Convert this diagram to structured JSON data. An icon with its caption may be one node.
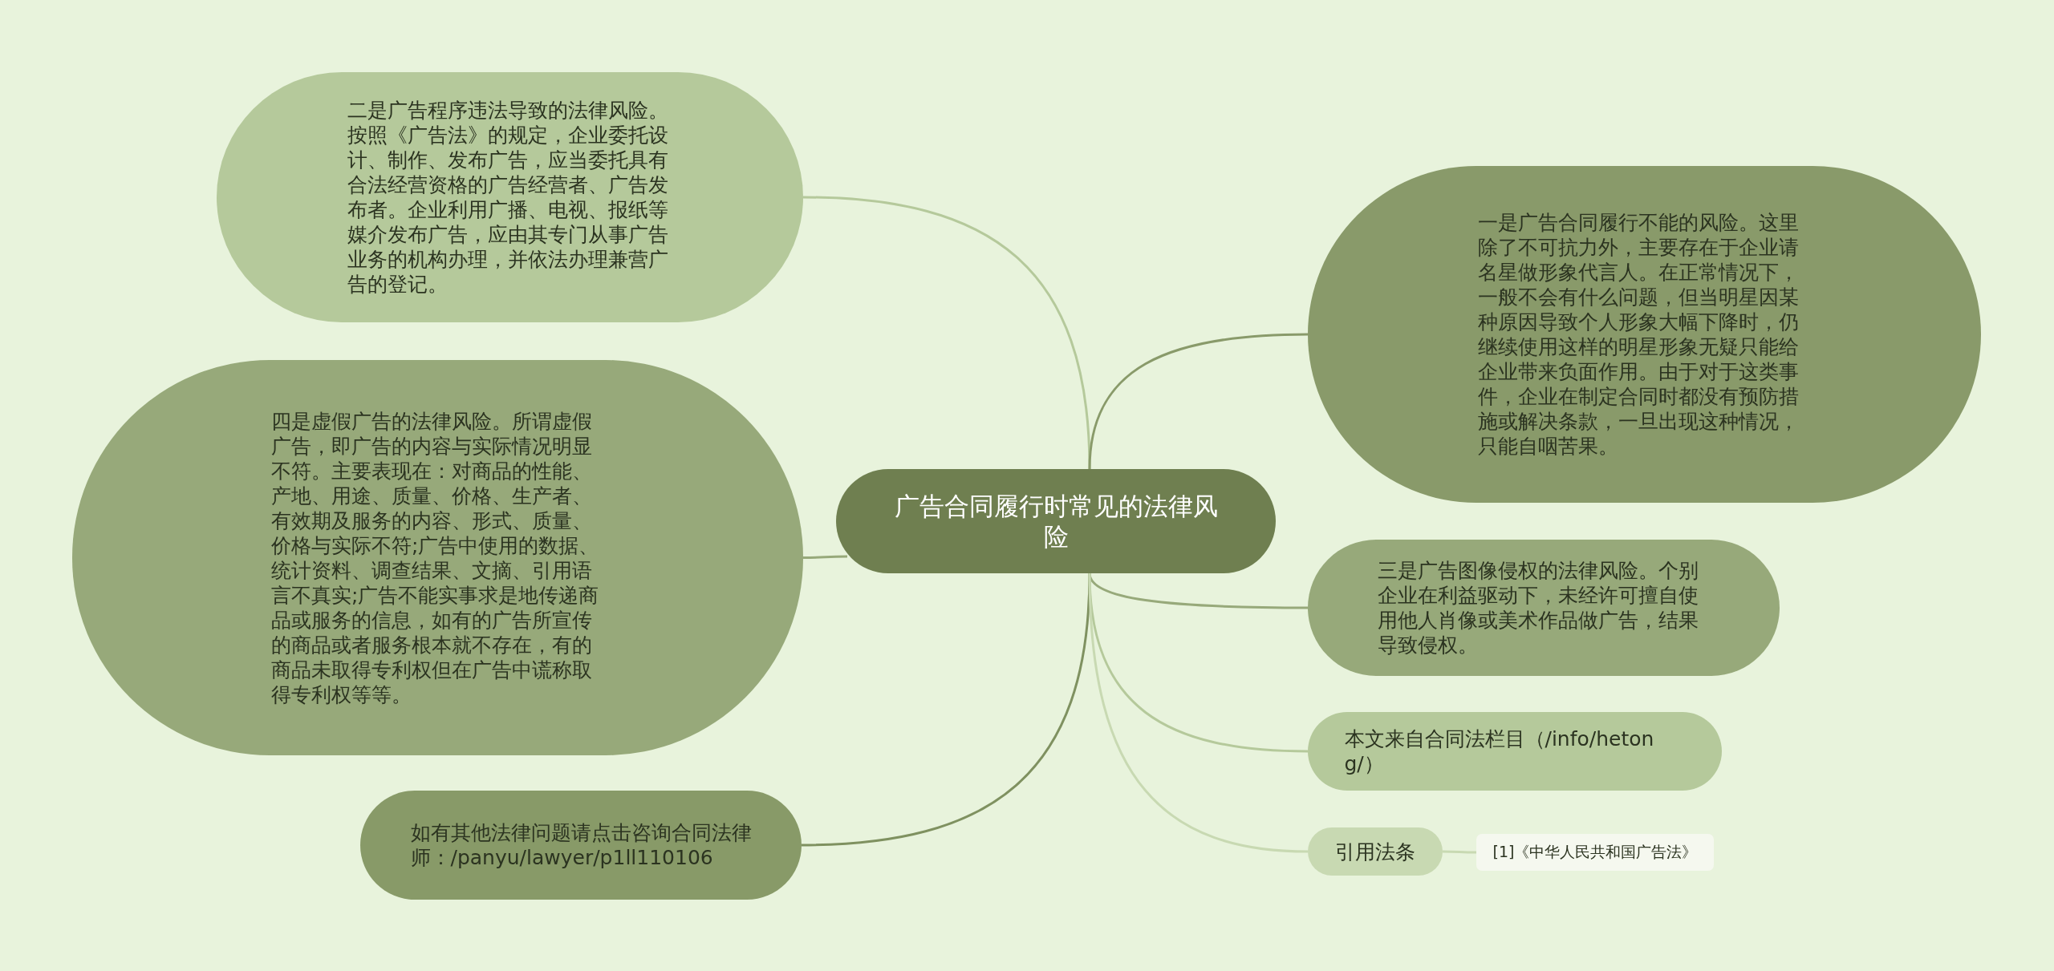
{
  "diagram": {
    "nodes": [
      {
        "text": [
          "广告合同履行时常见的法律风险"
        ]
      },
      {
        "text": [
          "二是广告程序违法导致的法律风险。按照《广告法》的规定，企业委托设计、制作、发布广告，应当委托具有合法经营资格的广告经营者、广告发布者。企业利用广播、电视、报纸等媒介发布广告，应由其专门从事广告业务的机构办理，并依法办理兼营广告的登记。"
        ]
      },
      {
        "text": [
          "四是虚假广告的法律风险。所谓虚假广告，即广告的内容与实际情况明显不符。主要表现在：对商品的性能、产地、用途、质量、价格、生产者、有效期及服务的内容、形式、质量、价格与实际不符;广告中使用的数据、统计资料、调查结果、文摘、引用语言不真实;广告不能实事求是地传递商品或服务的信息，如有的广告所宣传的商品或者服务根本就不存在，有的商品未取得专利权但在广告中谎称取得专利权等等。"
        ]
      },
      {
        "text": [
          "如有其他法律问题请点击咨询合同法律师：/panyu/lawyer/p1ll110106"
        ]
      },
      {
        "text": [
          "一是广告合同履行不能的风险。这里除了不可抗力外，主要存在于企业请名星做形象代言人。在正常情况下，一般不会有什么问题，但当明星因某种原因导致个人形象大幅下降时，仍继续使用这样的明星形象无疑只能给企业带来负面作用。由于对于这类事件，企业在制定合同时都没有预防措施或解决条款，一旦出现这种情况，只能自咽苦果。"
        ]
      },
      {
        "text": [
          "三是广告图像侵权的法律风险。个别企业在利益驱动下，未经许可擅自使用他人肖像或美术作品做广告，结果导致侵权。"
        ]
      },
      {
        "text": [
          "本文来自合同法栏目（/info/hetong/）"
        ]
      },
      {
        "text": [
          "引用法条"
        ]
      },
      {
        "text": [
          "[1]《中华人民共和国广告法》"
        ]
      }
    ],
    "edges": [
      {
        "from": 0,
        "to": 1,
        "arrow": "none",
        "color": "#b5c99b"
      },
      {
        "from": 0,
        "to": 2,
        "arrow": "none",
        "color": "#97a97a"
      },
      {
        "from": 0,
        "to": 3,
        "arrow": "none",
        "color": "#7f9160"
      },
      {
        "from": 0,
        "to": 4,
        "arrow": "none",
        "color": "#899a6a"
      },
      {
        "from": 0,
        "to": 5,
        "arrow": "none",
        "color": "#97a97a"
      },
      {
        "from": 0,
        "to": 6,
        "arrow": "none",
        "color": "#b5c99b"
      },
      {
        "from": 0,
        "to": 7,
        "arrow": "none",
        "color": "#c8d9b2"
      },
      {
        "from": 7,
        "to": 8,
        "arrow": "none",
        "color": "#c8d9b2"
      }
    ]
  }
}
